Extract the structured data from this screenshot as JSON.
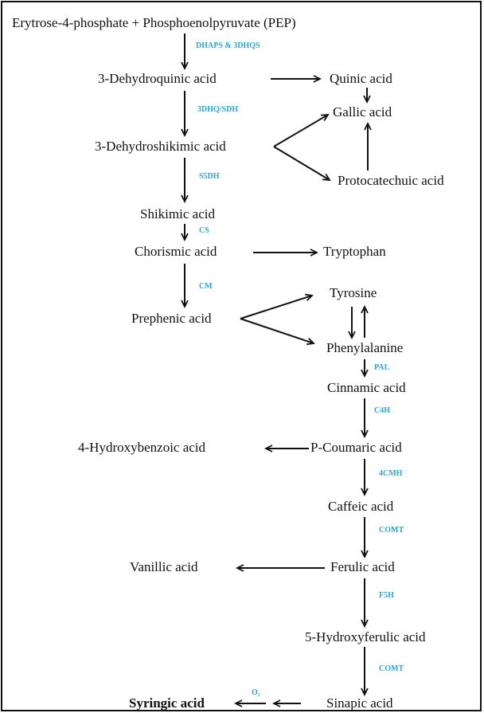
{
  "nodes": {
    "start": "Erytrose-4-phosphate + Phosphoenolpyruvate (PEP)",
    "dehydroquinic": "3-Dehydroquinic acid",
    "quinic": "Quinic acid",
    "gallic": "Gallic acid",
    "dehydroshikimic": "3-Dehydroshikimic acid",
    "protocatechuic": "Protocatechuic acid",
    "shikimic": "Shikimic acid",
    "chorismic": "Chorismic acid",
    "tryptophan": "Tryptophan",
    "tyrosine": "Tyrosine",
    "prephenic": "Prephenic acid",
    "phenylalanine": "Phenylalanine",
    "cinnamic": "Cinnamic acid",
    "hydroxybenzoic": "4-Hydroxybenzoic acid",
    "pcoumaric": "P-Coumaric acid",
    "caffeic": "Caffeic acid",
    "vanillic": "Vanillic acid",
    "ferulic": "Ferulic acid",
    "hydroxyferulic": "5-Hydroxyferulic acid",
    "syringic": "Syringic acid",
    "sinapic": "Sinapic acid"
  },
  "enzymes": {
    "dhaps": "DHAPS & 3DHQS",
    "dhq_sdh": "3DHQ/SDH",
    "s5dh": "S5DH",
    "cs": "CS",
    "cm": "CM",
    "pal": "PAL",
    "c4h": "C4H",
    "cmh": "4CMH",
    "comt1": "COMT",
    "f5h": "F5H",
    "comt2": "COMT",
    "o2": "O₂"
  },
  "colors": {
    "enzyme": "#2aa6d9",
    "text": "#111111",
    "frame": "#111111"
  }
}
